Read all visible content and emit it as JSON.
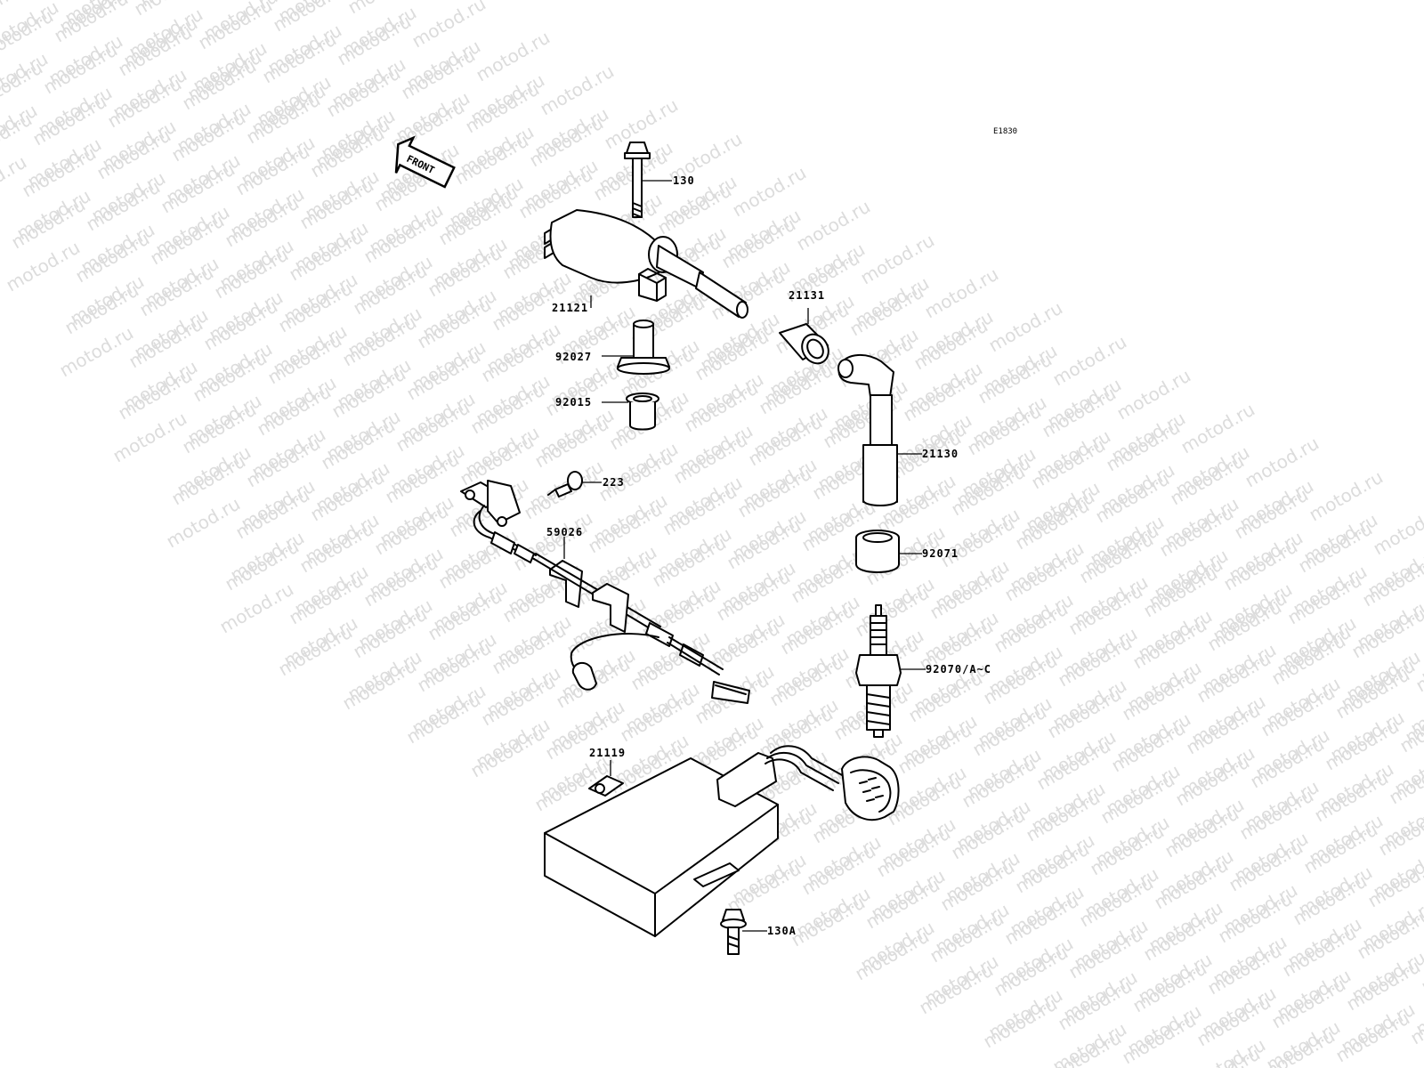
{
  "watermark": {
    "text": "motod.ru",
    "color": "#dcdcdc"
  },
  "diagram": {
    "code": "E1830",
    "front_arrow": "FRONT",
    "parts": [
      {
        "id": "p-130",
        "label": "130"
      },
      {
        "id": "p-21121",
        "label": "21121"
      },
      {
        "id": "p-92027",
        "label": "92027"
      },
      {
        "id": "p-92015",
        "label": "92015"
      },
      {
        "id": "p-21131",
        "label": "21131"
      },
      {
        "id": "p-21130",
        "label": "21130"
      },
      {
        "id": "p-223",
        "label": "223"
      },
      {
        "id": "p-59026",
        "label": "59026"
      },
      {
        "id": "p-92071",
        "label": "92071"
      },
      {
        "id": "p-92070",
        "label": "92070/A~C"
      },
      {
        "id": "p-21119",
        "label": "21119"
      },
      {
        "id": "p-130a",
        "label": "130A"
      }
    ]
  }
}
